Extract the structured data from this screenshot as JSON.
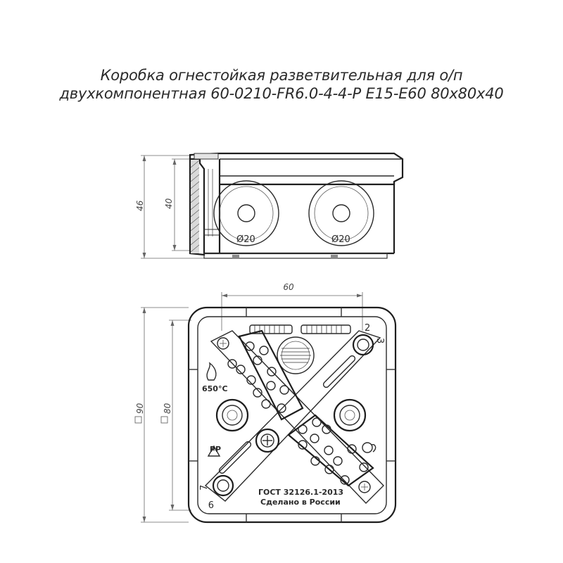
{
  "title": {
    "line1": "Коробка огнестойкая разветвительная для о/п",
    "line2": "двухкомпонентная 60-0210-FR6.0-4-4-P E15-E60 80х80х40"
  },
  "side_view": {
    "dim_height_total": "46",
    "dim_height_body": "40",
    "knockout_left_label": "Ø20",
    "knockout_right_label": "Ø20"
  },
  "top_view": {
    "dim_width_mounting": "60",
    "dim_outer_size": "90",
    "dim_inner_size": "80",
    "temp_label": "650°C",
    "material_label": "PP",
    "standard_label": "ГОСТ 32126.1-2013",
    "made_in_label": "Сделано в России",
    "hole_num_2": "2",
    "hole_num_3": "3",
    "hole_num_7": "7",
    "hole_num_9": "9"
  }
}
